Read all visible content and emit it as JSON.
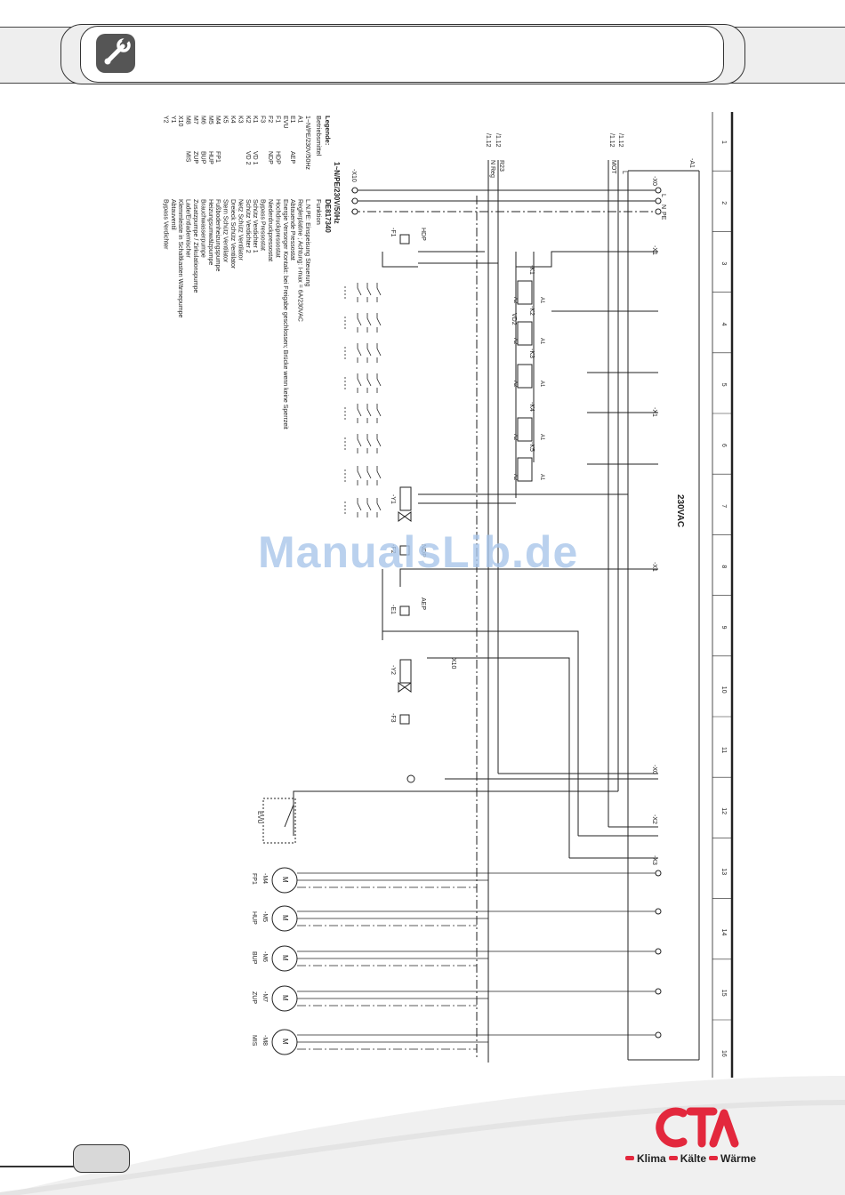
{
  "watermark": "ManualsLib.de",
  "header": {
    "icon": "wrench-icon"
  },
  "logo": {
    "brand": "CTA",
    "tagline_words": [
      "Klima",
      "Kälte",
      "Wärme"
    ],
    "brand_color": "#e3283d"
  },
  "legend": {
    "title": "Legende:",
    "col_heads": [
      "Betriebsmittel",
      "Funktion"
    ],
    "entries": [
      {
        "code": "1~N/PE/230V/50Hz",
        "tag": "",
        "desc": "L.N.PE: Einspeisung Steuerung"
      },
      {
        "code": "A1",
        "tag": "",
        "desc": "Reglerplatine ; Achtung: I-max = 6A/230VAC"
      },
      {
        "code": "E1",
        "tag": "AEP",
        "desc": "Abtauende Pressostat"
      },
      {
        "code": "EVU",
        "tag": "",
        "desc": "Energie Versorger Kontakt: bei Freigabe geschlossen; Brücke wenn keine Sperrzeit"
      },
      {
        "code": "F1",
        "tag": "HDP",
        "desc": "Hochdruckpressostat"
      },
      {
        "code": "F2",
        "tag": "NDP",
        "desc": "Niederdruckpressostat"
      },
      {
        "code": "F3",
        "tag": "",
        "desc": "Bypass Pressostat"
      },
      {
        "code": "K1",
        "tag": "VD 1",
        "desc": "Schütz Verdichter 1"
      },
      {
        "code": "K2",
        "tag": "VD 2",
        "desc": "Schütz Verdichter 2"
      },
      {
        "code": "K3",
        "tag": "",
        "desc": "Netz Schütz Ventilator"
      },
      {
        "code": "K4",
        "tag": "",
        "desc": "Dreieck Schütz Ventilator"
      },
      {
        "code": "K5",
        "tag": "",
        "desc": "Stern Schütz Ventilator"
      },
      {
        "code": "M4",
        "tag": "FP1",
        "desc": "Fußbodenheizungspumpe"
      },
      {
        "code": "M5",
        "tag": "HUP",
        "desc": "Heizungsumwälzpumpe"
      },
      {
        "code": "M6",
        "tag": "BUP",
        "desc": "Brauchwasserpumpe"
      },
      {
        "code": "M7",
        "tag": "ZUP",
        "desc": "Zusatzpumpe / Zirkulationspumpe"
      },
      {
        "code": "M8",
        "tag": "MIS",
        "desc": "Lade/Entlademischer"
      },
      {
        "code": "X10",
        "tag": "",
        "desc": "Klemmleiste in Schaltkasten Wärmepumpe"
      },
      {
        "code": "Y1",
        "tag": "",
        "desc": "Abtauventil"
      },
      {
        "code": "Y2",
        "tag": "",
        "desc": "Bypass Verdichter"
      }
    ]
  },
  "supply": {
    "label": "1~N/PE/230V/50Hz",
    "drawing_no": "DE817340",
    "voltage": "230VAC"
  },
  "columns": [
    "1",
    "2",
    "3",
    "4",
    "5",
    "6",
    "7",
    "8",
    "9",
    "10",
    "11",
    "12",
    "13",
    "14",
    "15",
    "16"
  ],
  "terminals": {
    "a1": "-A1",
    "x0": "-X0",
    "x1": "-X1",
    "x2": "-X2",
    "x3": "-X3",
    "x10": "-X10",
    "x10b": "X10",
    "l": "L",
    "n": "N",
    "pe": "PE",
    "a1_top_l": "L",
    "nreg": "N Reg",
    "mot": "MOT",
    "r23": "R23",
    "ref12": "/1.12",
    "one": "1",
    "two": "2",
    "three": "3",
    "four": "4"
  },
  "components": {
    "f1": "-F1",
    "hdp": "HDP",
    "f2": "-F2",
    "ndp": "NDP",
    "f3": "-F3",
    "e1": "-E1",
    "aep": "AEP",
    "k1": "-K1",
    "k2": "-K2",
    "k3": "-K3",
    "k4": "-K4",
    "k5": "-K5",
    "vd2": "VD2",
    "y1": "-Y1",
    "y2": "-Y2",
    "evu": "EVU",
    "a1c": "A1",
    "a2c": "A2"
  },
  "motors": [
    {
      "id": "-M4",
      "tag": "FP1"
    },
    {
      "id": "-M5",
      "tag": "HUP"
    },
    {
      "id": "-M6",
      "tag": "BUP"
    },
    {
      "id": "-M7",
      "tag": "ZUP"
    },
    {
      "id": "-M8",
      "tag": "MIS"
    }
  ]
}
